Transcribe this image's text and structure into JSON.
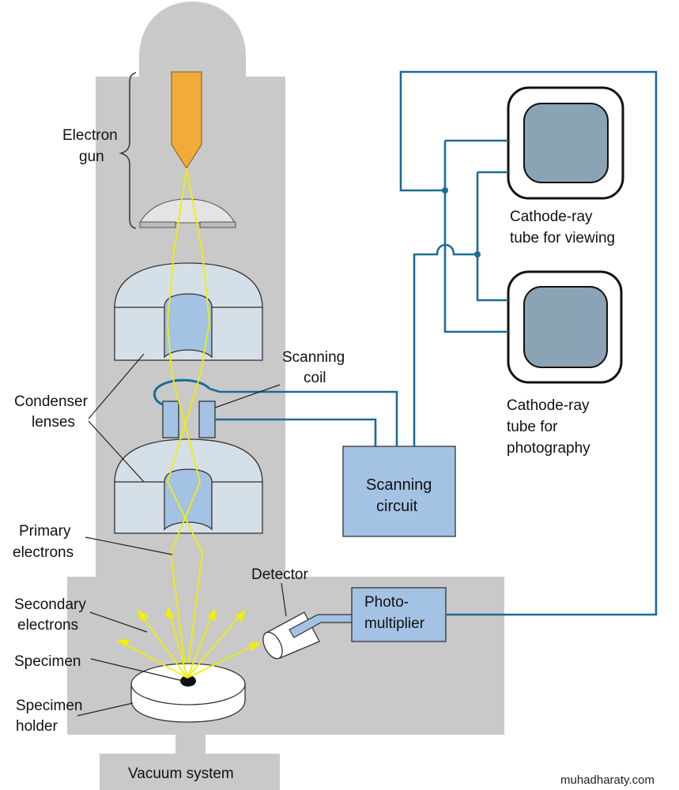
{
  "labels": {
    "electron_gun": [
      "Electron",
      "gun"
    ],
    "condenser_lenses": [
      "Condenser",
      "lenses"
    ],
    "scanning_coil": [
      "Scanning",
      "coil"
    ],
    "primary_electrons": [
      "Primary",
      "electrons"
    ],
    "detector": "Detector",
    "secondary_electrons": [
      "Secondary",
      "electrons"
    ],
    "specimen": "Specimen",
    "specimen_holder": [
      "Specimen",
      "holder"
    ],
    "vacuum_system": "Vacuum system",
    "scanning_circuit": [
      "Scanning",
      "circuit"
    ],
    "photomultiplier": [
      "Photo-",
      "multiplier"
    ],
    "crt_viewing": [
      "Cathode-ray",
      "tube for viewing"
    ],
    "crt_photography": [
      "Cathode-ray",
      "tube for",
      "photography"
    ],
    "watermark": "muhadharaty.com"
  },
  "colors": {
    "column": "#c9c9c9",
    "lens_body": "#d5dfe8",
    "lens_core": "#a4c2e4",
    "electron_gun": "#f2ab3a",
    "beam": "#f0f000",
    "wire": "#1a6c96",
    "box_fill": "#a4c2e4",
    "screen": "#8aa4b6"
  }
}
